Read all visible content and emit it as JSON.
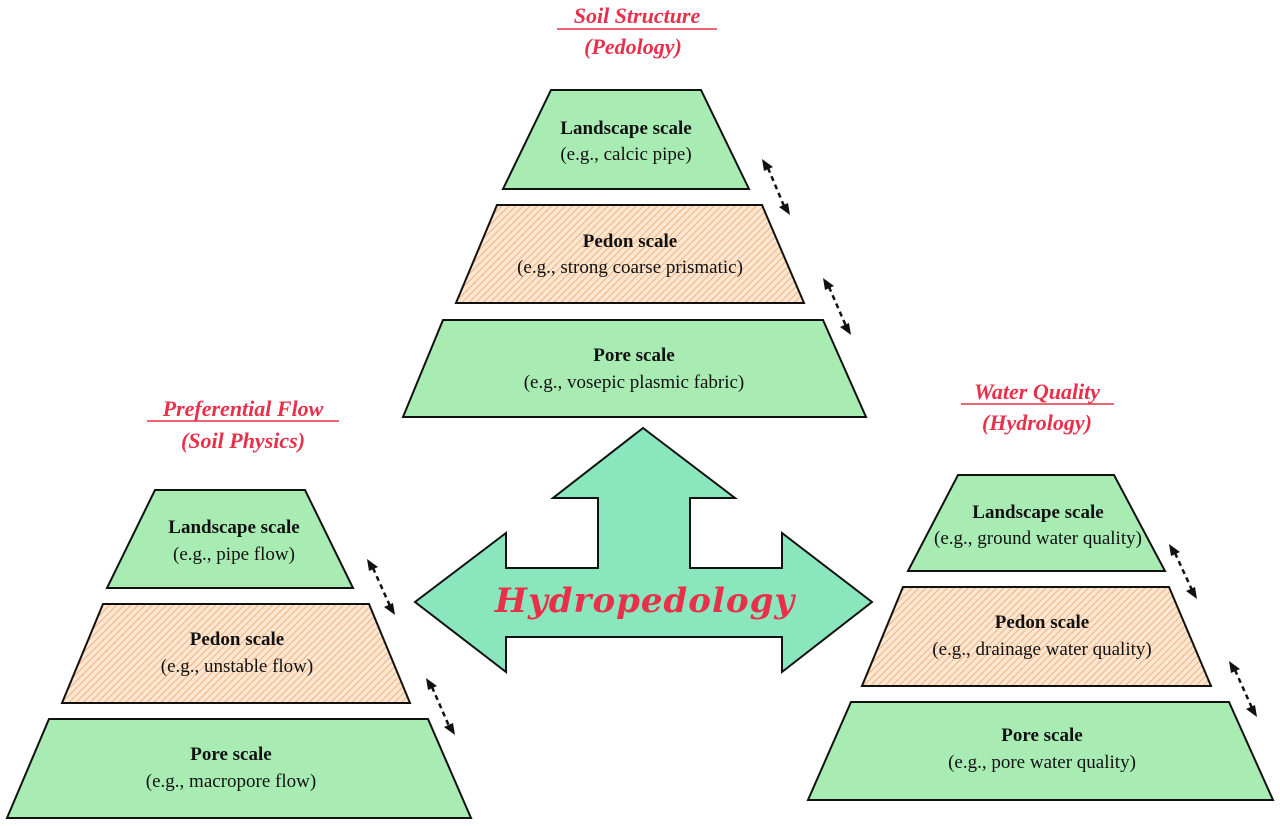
{
  "center": {
    "label": "Hydropedology"
  },
  "colors": {
    "title": "#e8304a",
    "green_fill": "#a8ecb4",
    "hatch_fill": "#fde6d2",
    "hatch_line": "#f5b17a",
    "arrow_fill": "#8ae6bc"
  },
  "pyramids": [
    {
      "id": "soil-structure",
      "title": "Soil Structure",
      "subtitle": "(Pedology)",
      "levels": [
        {
          "name": "Landscape scale",
          "example": "(e.g., calcic pipe)"
        },
        {
          "name": "Pedon scale",
          "example": "(e.g., strong coarse prismatic)"
        },
        {
          "name": "Pore scale",
          "example": "(e.g., vosepic plasmic fabric)"
        }
      ]
    },
    {
      "id": "preferential-flow",
      "title": "Preferential Flow",
      "subtitle": "(Soil Physics)",
      "levels": [
        {
          "name": "Landscape scale",
          "example": "(e.g., pipe flow)"
        },
        {
          "name": "Pedon scale",
          "example": "(e.g., unstable flow)"
        },
        {
          "name": "Pore scale",
          "example": "(e.g., macropore flow)"
        }
      ]
    },
    {
      "id": "water-quality",
      "title": "Water Quality",
      "subtitle": "(Hydrology)",
      "levels": [
        {
          "name": "Landscape scale",
          "example": "(e.g., ground water quality)"
        },
        {
          "name": "Pedon scale",
          "example": "(e.g., drainage water quality)"
        },
        {
          "name": "Pore scale",
          "example": "(e.g., pore water quality)"
        }
      ]
    }
  ]
}
